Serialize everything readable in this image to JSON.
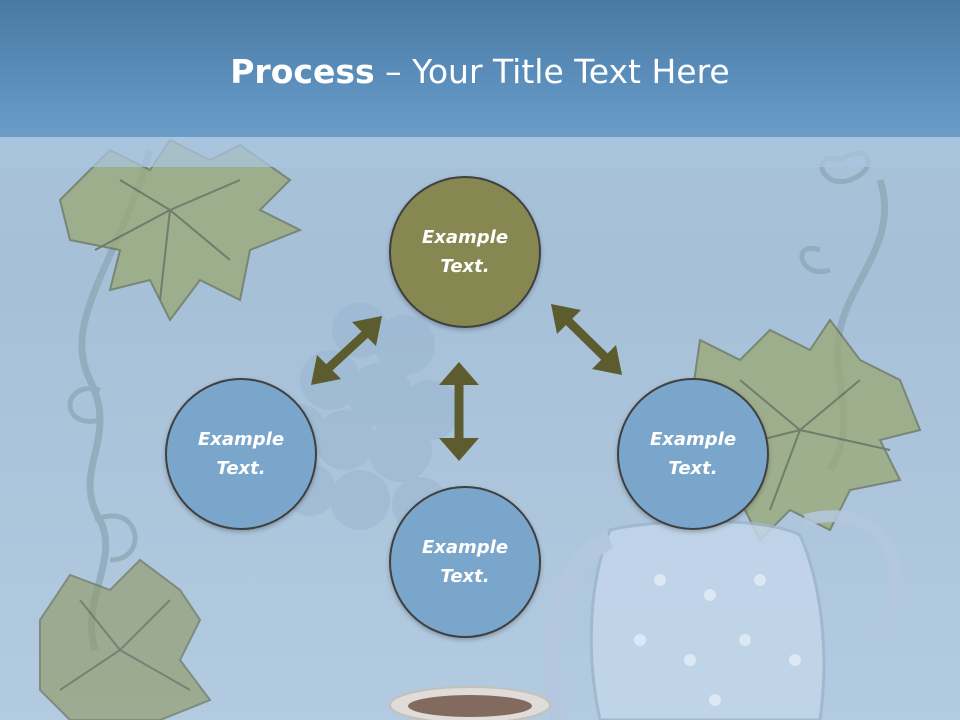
{
  "slide": {
    "title_bold": "Process",
    "title_rest": " – Your Title Text Here"
  },
  "nodes": [
    {
      "id": "top",
      "line1": "Example",
      "line2": "Text.",
      "color": "#878751"
    },
    {
      "id": "left",
      "line1": "Example",
      "line2": "Text.",
      "color": "#7aa6cc"
    },
    {
      "id": "bottom",
      "line1": "Example",
      "line2": "Text.",
      "color": "#7aa6cc"
    },
    {
      "id": "right",
      "line1": "Example",
      "line2": "Text.",
      "color": "#7aa6cc"
    }
  ],
  "colors": {
    "title_bar": "#5a8dba",
    "background": "#a9c3da",
    "arrow": "#5c5c2e",
    "node_border": "#404040"
  }
}
